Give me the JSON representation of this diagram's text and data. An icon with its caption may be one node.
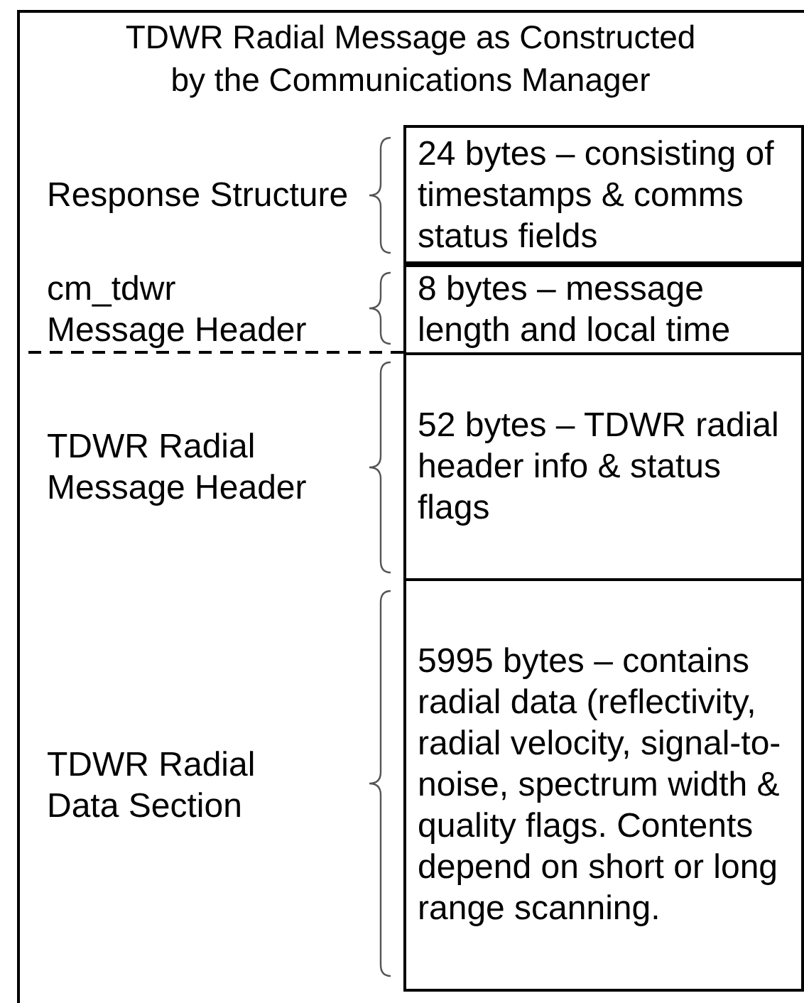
{
  "diagram": {
    "title": "TDWR Radial Message as Constructed by the Communications Manager",
    "nodes": [
      {
        "text": [
          "24 bytes – consisting of timestamps & comms status fields"
        ],
        "beside": [
          "Response Structure"
        ]
      },
      {
        "text": [
          "8 bytes – message length and local time"
        ],
        "beside": [
          "cm_tdwr Message Header"
        ]
      },
      {
        "text": [
          "52 bytes – TDWR radial header info & status flags"
        ],
        "beside": [
          "TDWR Radial Message Header"
        ]
      },
      {
        "text": [
          "5995 bytes – contains radial data (reflectivity, radial velocity, signal-to-noise, spectrum width & quality flags. Contents depend on short or long range scanning."
        ]
      }
    ],
    "labels": [
      "TDWR Radial Data Section"
    ]
  }
}
